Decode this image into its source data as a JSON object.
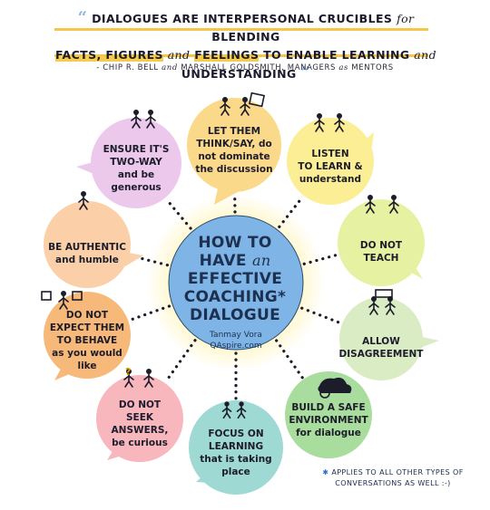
{
  "quote": {
    "p1": "DIALOGUES ARE INTERPERSONAL CRUCIBLES",
    "for": "for",
    "p2": "BLENDING",
    "facts": "FACTS, FIGURES",
    "and1": "and",
    "feelings": "FEELINGS",
    "p3": "TO ENABLE LEARNING",
    "and2": "and",
    "p4": "UNDERSTANDING",
    "open_mark": "“",
    "close_mark": "”"
  },
  "attribution": {
    "authors_a": "- CHIP R. BELL",
    "and": "and",
    "authors_b": "MARSHALL GOLDSMITH, MANAGERS",
    "as": "as",
    "book": "MENTORS"
  },
  "center": {
    "line1": "HOW TO",
    "line2a": "HAVE",
    "line2b": "an",
    "line3": "EFFECTIVE",
    "line4": "COACHING*",
    "line5": "DIALOGUE",
    "author": "Tanmay Vora",
    "site": "QAspire.com"
  },
  "bubbles": [
    {
      "id": "think-say",
      "lines": [
        "LET THEM",
        "THINK/SAY, do",
        "not dominate",
        "the discussion"
      ],
      "color": "#fbd98a"
    },
    {
      "id": "listen",
      "lines": [
        "LISTEN",
        "TO LEARN &",
        "understand"
      ],
      "color": "#fbee94"
    },
    {
      "id": "do-not-teach",
      "lines": [
        "DO NOT",
        "TEACH"
      ],
      "color": "#e6f2a2"
    },
    {
      "id": "allow-disagreement",
      "lines": [
        "ALLOW",
        "DISAGREEMENT"
      ],
      "color": "#daecc4"
    },
    {
      "id": "safe-environment",
      "lines": [
        "BUILD A SAFE",
        "ENVIRONMENT",
        "for dialogue"
      ],
      "color": "#a9dd9d"
    },
    {
      "id": "focus-learning",
      "lines": [
        "FOCUS ON",
        "LEARNING",
        "that is taking",
        "place"
      ],
      "color": "#9ed9d3"
    },
    {
      "id": "seek-answers",
      "lines": [
        "DO NOT",
        "SEEK",
        "ANSWERS,",
        "be curious"
      ],
      "color": "#f8b6bd"
    },
    {
      "id": "expect-behave",
      "lines": [
        "DO NOT",
        "EXPECT THEM",
        "TO BEHAVE",
        "as you would",
        "like"
      ],
      "color": "#f7b97a"
    },
    {
      "id": "authentic",
      "lines": [
        "BE AUTHENTIC",
        "and humble"
      ],
      "color": "#fbd0a8"
    },
    {
      "id": "two-way",
      "lines": [
        "ENSURE IT'S",
        "TWO-WAY",
        "and be",
        "generous"
      ],
      "color": "#ecc9ec"
    }
  ],
  "footnote": {
    "star": "✱",
    "line1": "APPLIES TO ALL OTHER TYPES OF",
    "line2": "CONVERSATIONS AS WELL :-)"
  },
  "colors": {
    "center_fill": "#7fb5e6",
    "glow": "#fff2a8",
    "highlight": "#f5cd4c"
  }
}
